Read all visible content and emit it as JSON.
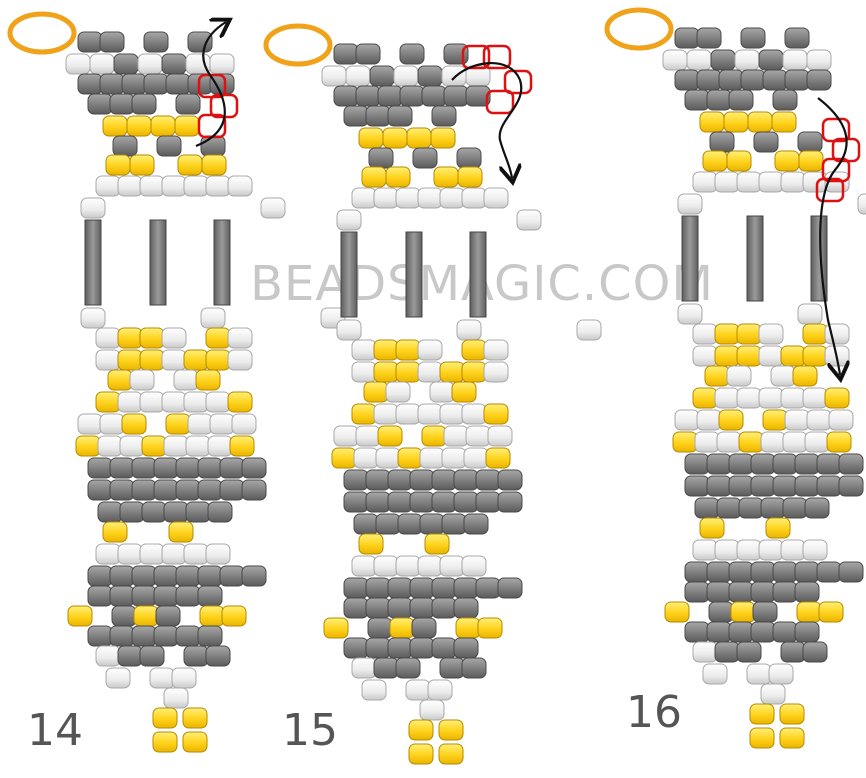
{
  "watermark": "BEADSMAGIC.COM",
  "colors": {
    "yellow": "#ffd21a",
    "dark_gray": "#7d7d7d",
    "light_gray": "#e9e9e9",
    "bugle": "#808080",
    "ring": "#f0a21a",
    "highlight": "#dd1111",
    "arrow": "#111111"
  },
  "steps": [
    {
      "label": "14"
    },
    {
      "label": "15"
    },
    {
      "label": "16"
    }
  ]
}
